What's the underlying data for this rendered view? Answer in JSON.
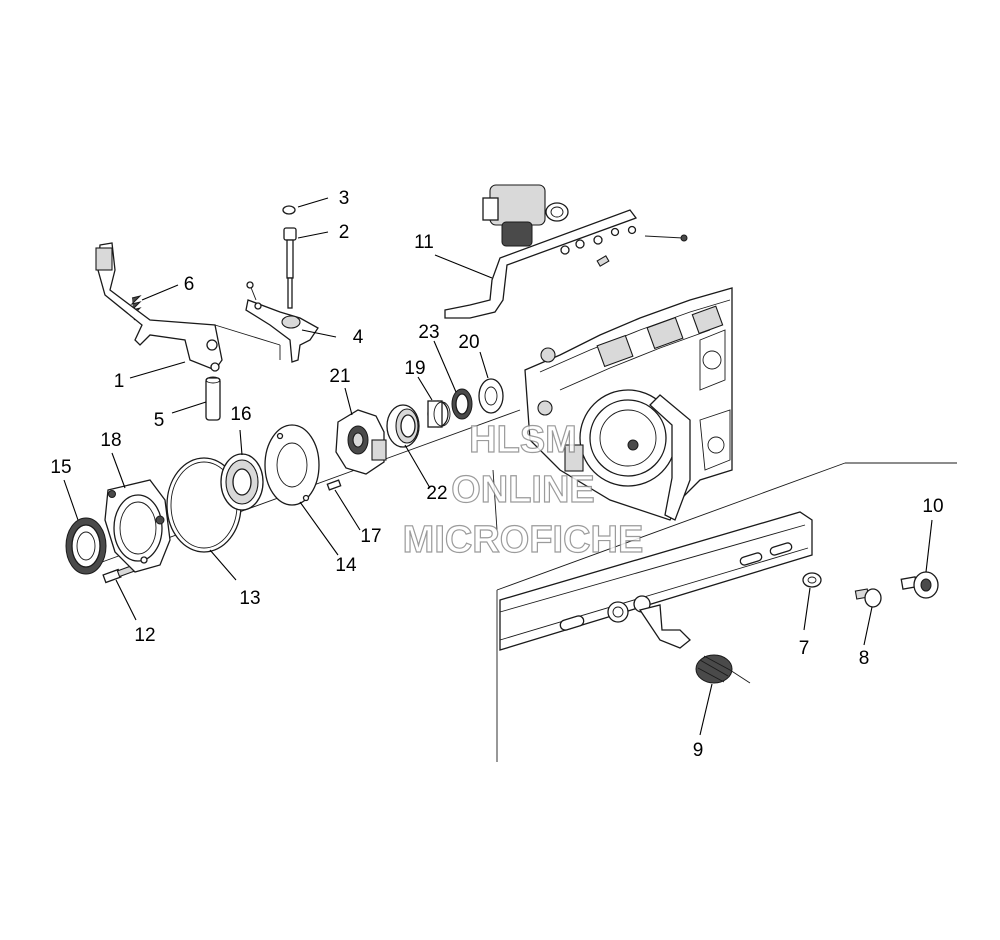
{
  "watermark": {
    "line1": "HLSM",
    "line2": "ONLINE",
    "line3": "MICROFICHE"
  },
  "callouts": {
    "p1": "1",
    "p2": "2",
    "p3": "3",
    "p4": "4",
    "p5": "5",
    "p6": "6",
    "p7": "7",
    "p8": "8",
    "p9": "9",
    "p10": "10",
    "p11": "11",
    "p12": "12",
    "p13": "13",
    "p14": "14",
    "p15": "15",
    "p16": "16",
    "p17": "17",
    "p18": "18",
    "p19": "19",
    "p20": "20",
    "p21": "21",
    "p22": "22",
    "p23": "23"
  },
  "colors": {
    "line": "#1a1a1a",
    "shade": "#d9d9d9",
    "background": "#ffffff"
  }
}
